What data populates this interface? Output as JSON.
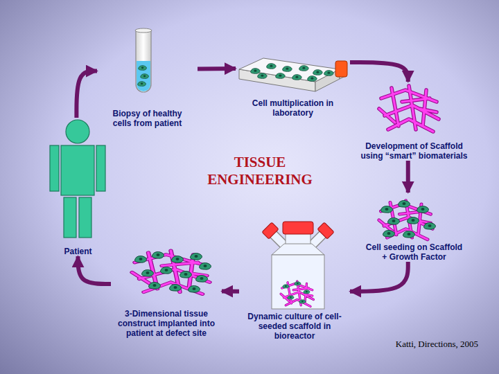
{
  "diagram": {
    "title": "TISSUE ENGINEERING",
    "caption": "Katti, Directions, 2005",
    "nodes": [
      {
        "text": [
          "Biopsy of healthy cells from patient"
        ]
      },
      {
        "text": [
          "Cell multiplication in laboratory"
        ]
      },
      {
        "text": [
          "Development of Scaffold using “smart” biomaterials"
        ]
      },
      {
        "text": [
          "Cell seeding on Scaffold + Growth Factor"
        ]
      },
      {
        "text": [
          "Dynamic culture of cell- seeded scaffold in bioreactor"
        ]
      },
      {
        "text": [
          "3-Dimensional tissue construct implanted into patient at defect site"
        ]
      },
      {
        "text": [
          "Patient"
        ]
      }
    ],
    "edges": [
      {
        "from": 6,
        "to": 0,
        "arrow": "to"
      },
      {
        "from": 0,
        "to": 1,
        "arrow": "to"
      },
      {
        "from": 1,
        "to": 2,
        "arrow": "to"
      },
      {
        "from": 2,
        "to": 3,
        "arrow": "to"
      },
      {
        "from": 3,
        "to": 4,
        "arrow": "to"
      },
      {
        "from": 4,
        "to": 5,
        "arrow": "to"
      },
      {
        "from": 5,
        "to": 6,
        "arrow": "to"
      }
    ]
  }
}
